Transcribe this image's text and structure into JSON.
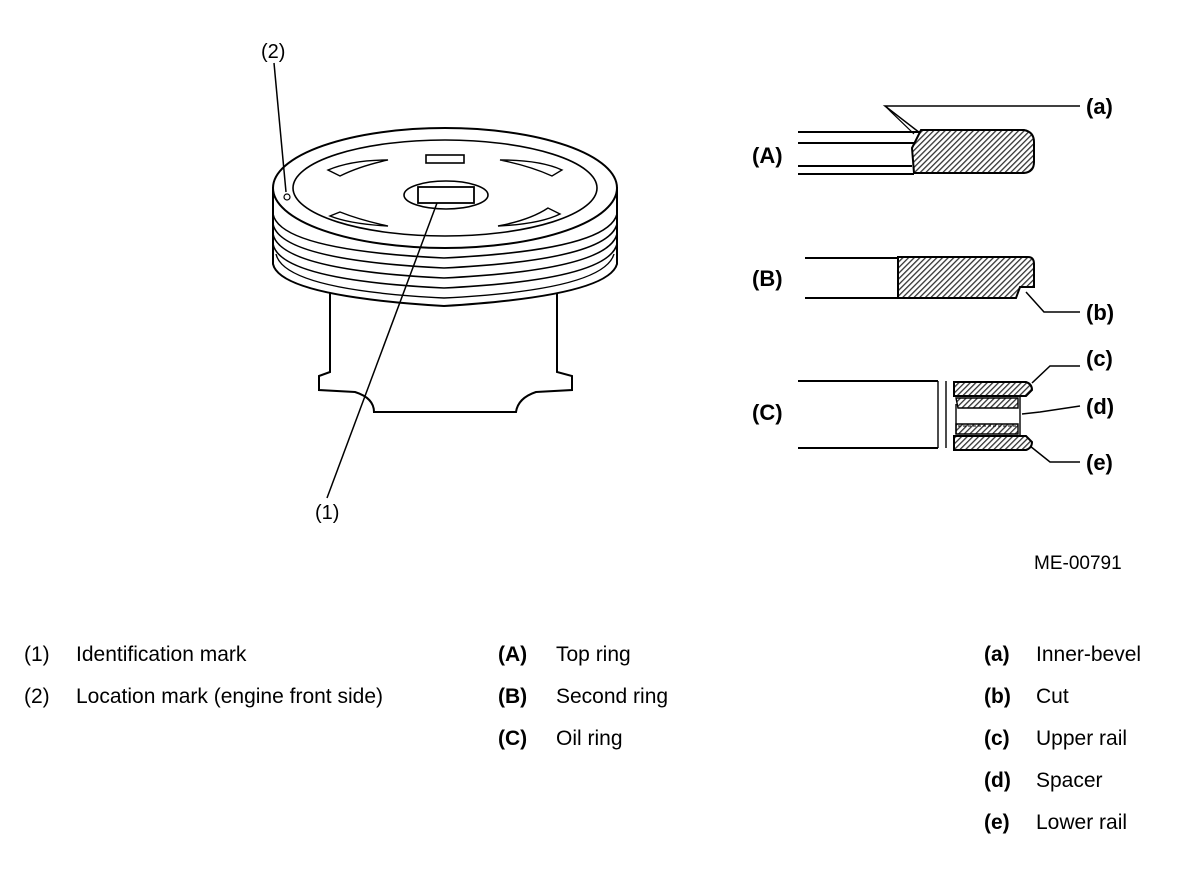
{
  "callouts": {
    "c1": "(1)",
    "c2": "(2)",
    "A": "(A)",
    "B": "(B)",
    "C": "(C)",
    "a": "(a)",
    "b": "(b)",
    "c": "(c)",
    "d": "(d)",
    "e": "(e)"
  },
  "figure_id": "ME-00791",
  "legend": {
    "col1": [
      {
        "key": "(1)",
        "label": "Identification mark"
      },
      {
        "key": "(2)",
        "label": "Location mark (engine front side)"
      }
    ],
    "col2": [
      {
        "key": "(A)",
        "label": "Top ring"
      },
      {
        "key": "(B)",
        "label": "Second ring"
      },
      {
        "key": "(C)",
        "label": "Oil ring"
      }
    ],
    "col3": [
      {
        "key": "(a)",
        "label": "Inner-bevel"
      },
      {
        "key": "(b)",
        "label": "Cut"
      },
      {
        "key": "(c)",
        "label": "Upper rail"
      },
      {
        "key": "(d)",
        "label": "Spacer"
      },
      {
        "key": "(e)",
        "label": "Lower rail"
      }
    ]
  },
  "colors": {
    "ink": "#000000",
    "hatch": "#555555",
    "paper": "#ffffff"
  }
}
